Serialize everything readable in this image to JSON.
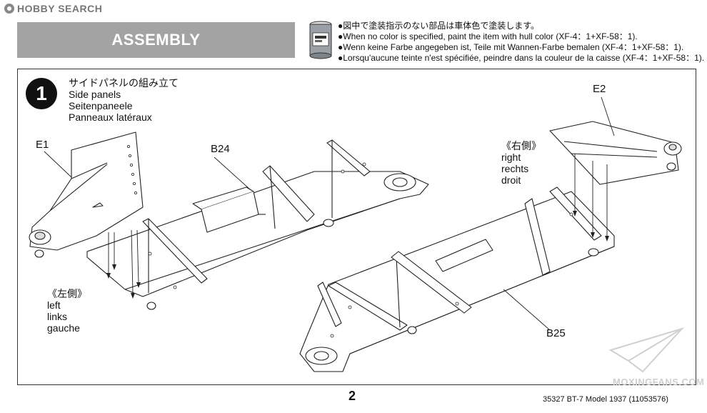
{
  "watermark": {
    "brand": "HOBBY SEARCH",
    "bottom": "MOXINGFANS.COM"
  },
  "header": {
    "title": "ASSEMBLY"
  },
  "notes": [
    "●図中で塗装指示のない部品は車体色で塗装します。",
    "●When no color is specified, paint the item with hull color (XF-4：1+XF-58：1).",
    "●Wenn keine Farbe angegeben ist, Teile mit Wannen-Farbe bemalen (XF-4：1+XF-58：1).",
    "●Lorsqu'aucune teinte n'est spécifiée, peindre dans la couleur de la caisse (XF-4：1+XF-58：1)."
  ],
  "step": {
    "number": "1",
    "title_jp": "サイドパネルの組み立て",
    "title_en": "Side panels",
    "title_de": "Seitenpaneele",
    "title_fr": "Panneaux latéraux"
  },
  "parts": {
    "e1": "E1",
    "e2": "E2",
    "b24": "B24",
    "b25": "B25"
  },
  "left_side": {
    "jp": "《左側》",
    "en": "left",
    "de": "links",
    "fr": "gauche"
  },
  "right_side": {
    "jp": "《右側》",
    "en": "right",
    "de": "rechts",
    "fr": "droit"
  },
  "footer": {
    "page": "2",
    "model": "35327  BT-7 Model 1937 (11053576)"
  },
  "colors": {
    "banner": "#a3a3a3",
    "line": "#222222",
    "watermark": "#cfcfcf"
  }
}
